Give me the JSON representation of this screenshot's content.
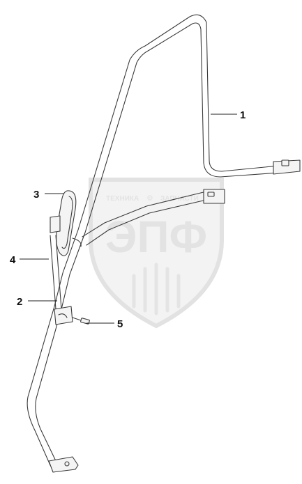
{
  "watermark": {
    "top_left_word": "ТЕХНИКА",
    "top_right_word": "ЗАПЧАСТИ",
    "logo_letters": "ЭПФ",
    "color": "#e0e0e0"
  },
  "callouts": [
    {
      "id": "1",
      "label": "1"
    },
    {
      "id": "2",
      "label": "2"
    },
    {
      "id": "3",
      "label": "3"
    },
    {
      "id": "4",
      "label": "4"
    },
    {
      "id": "5",
      "label": "5"
    }
  ],
  "colors": {
    "line": "#3a3a3a",
    "label": "#111111",
    "background": "#ffffff"
  }
}
